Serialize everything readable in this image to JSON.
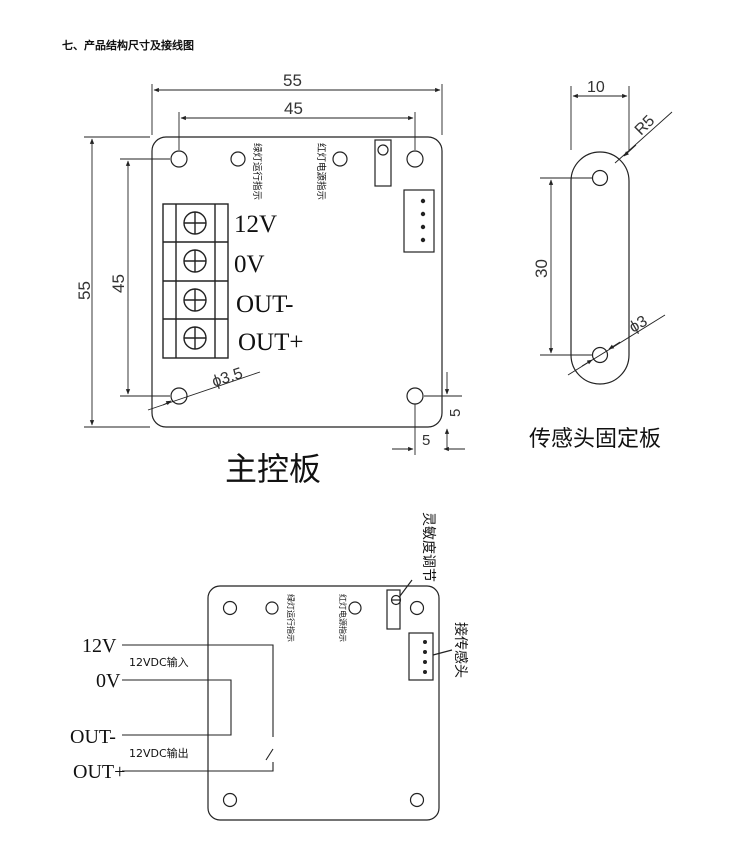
{
  "heading": "七、产品结构尺寸及接线图",
  "main_board": {
    "caption": "主控板",
    "dim_width_outer": "55",
    "dim_width_inner": "45",
    "dim_height_outer": "55",
    "dim_height_inner": "45",
    "dim_hole_diameter": "ϕ3.5",
    "dim_corner_offset_x": "5",
    "dim_corner_offset_y": "5",
    "label_green_led": "绿灯运行指示",
    "label_red_led": "红灯电源指示",
    "terminals": [
      "12V",
      "0V",
      "OUT-",
      "OUT+"
    ]
  },
  "sensor_plate": {
    "caption": "传感头固定板",
    "dim_width": "10",
    "dim_radius": "R5",
    "dim_hole_spacing": "30",
    "dim_hole_diameter": "ϕ3"
  },
  "wiring": {
    "terminals": [
      "12V",
      "0V",
      "OUT-",
      "OUT+"
    ],
    "label_input": "12VDC输入",
    "label_output": "12VDC输出",
    "label_sensitivity": "灵敏度调节",
    "label_sensor": "接传感头",
    "label_green_led": "绿灯运行指示",
    "label_red_led": "红灯电源指示"
  }
}
